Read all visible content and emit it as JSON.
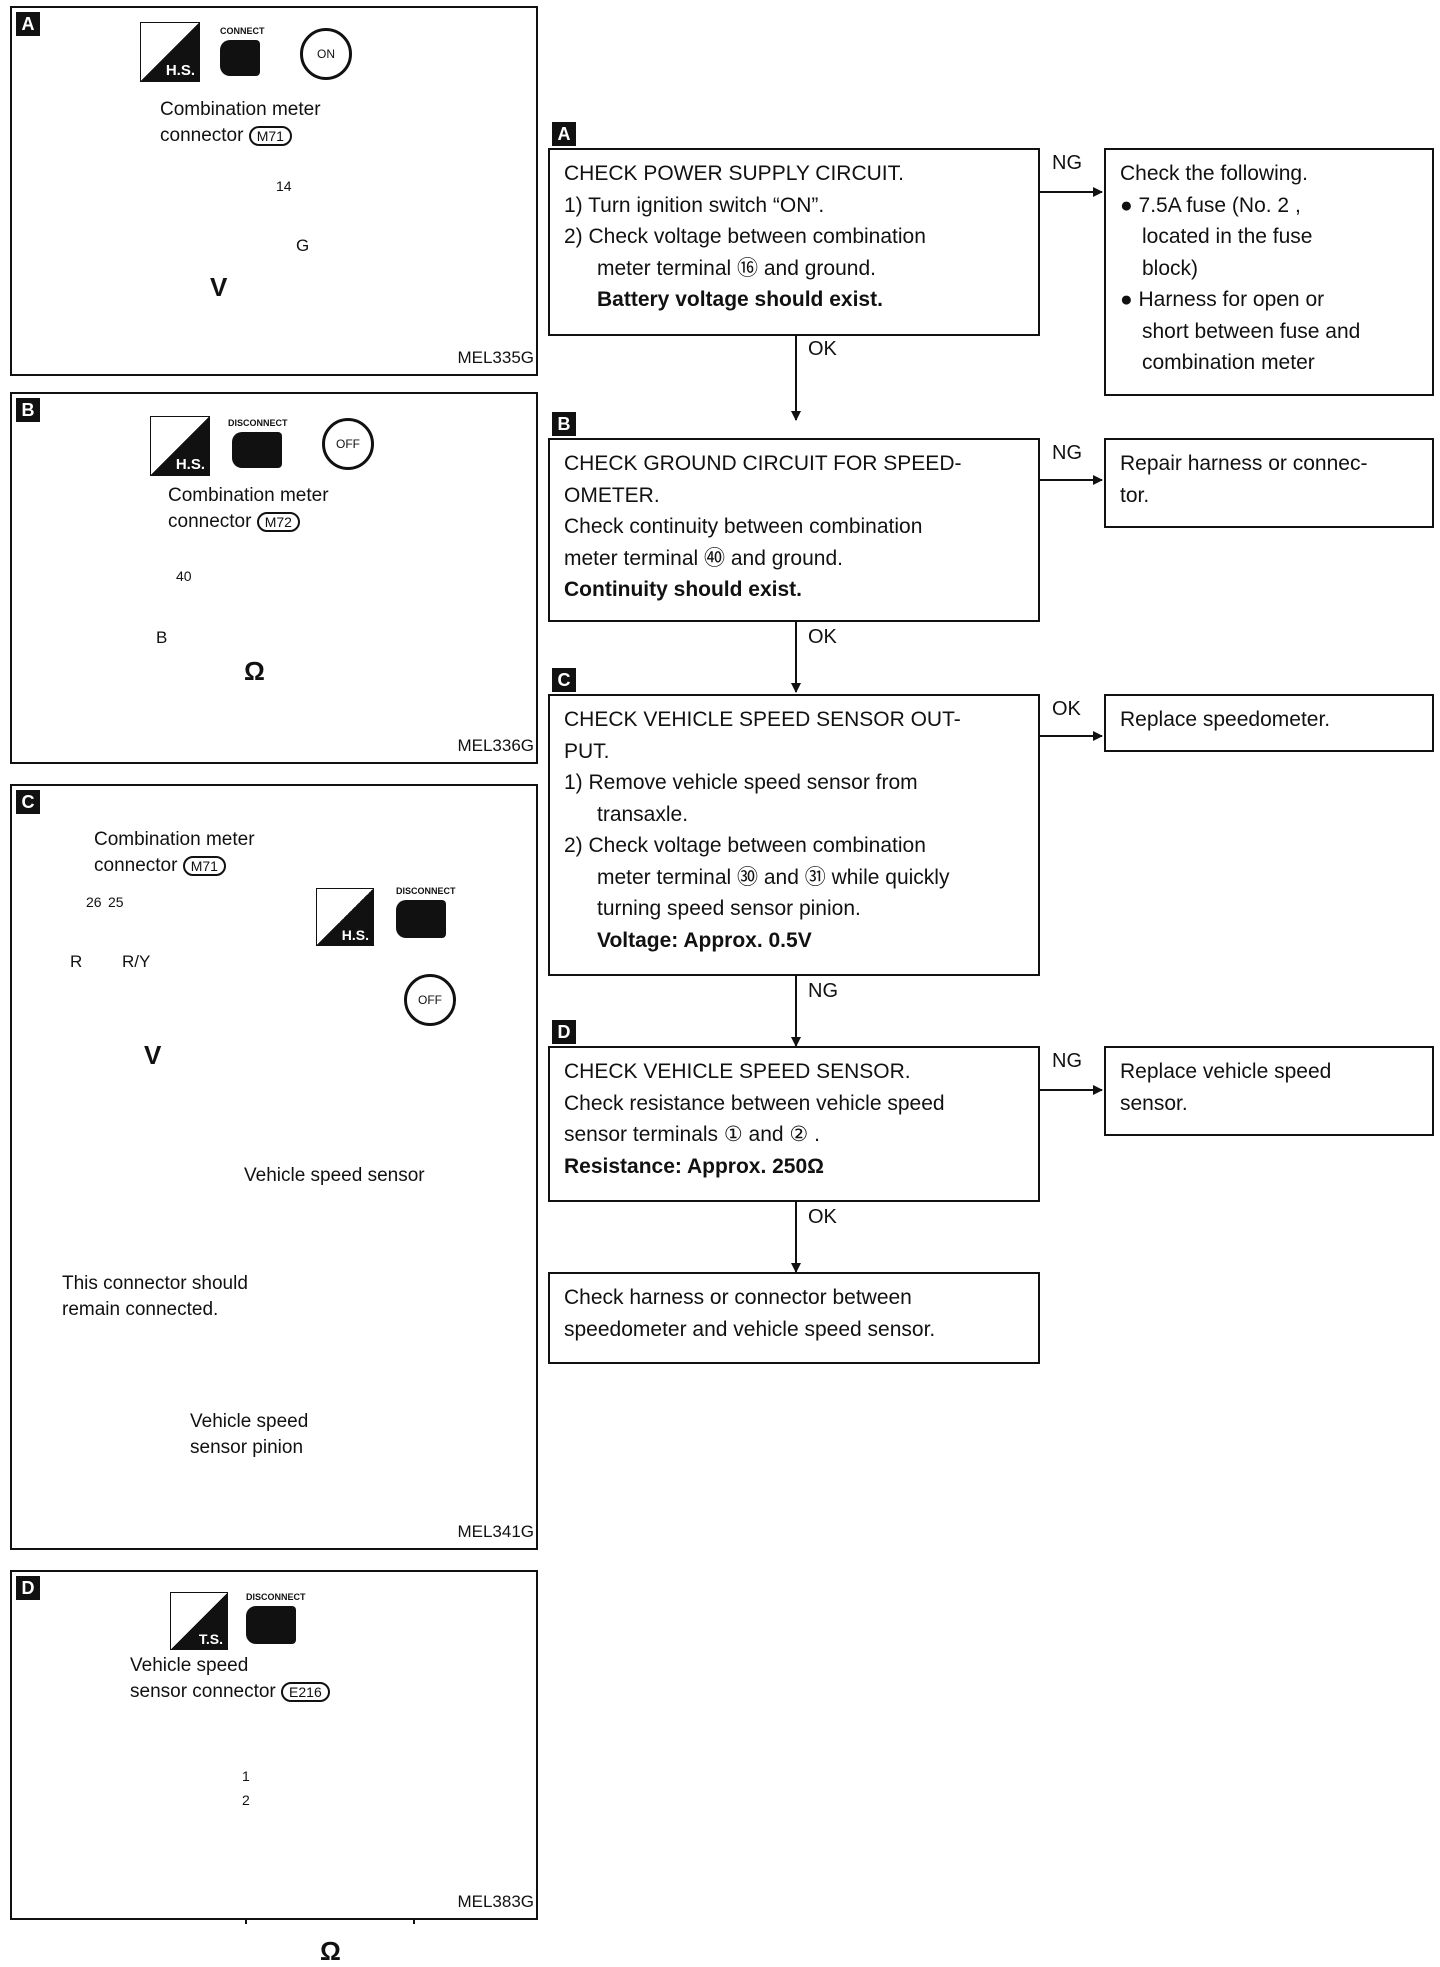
{
  "figures": [
    {
      "id": "A",
      "mode": "H.S.",
      "action": "CONNECT",
      "key": "ON",
      "connector_label_1": "Combination meter",
      "connector_label_2": "connector",
      "connector_id": "M71",
      "terminal": "14",
      "wire_color": "G",
      "meter": "V",
      "code": "MEL335G"
    },
    {
      "id": "B",
      "mode": "H.S.",
      "action": "DISCONNECT",
      "key": "OFF",
      "connector_label_1": "Combination meter",
      "connector_label_2": "connector",
      "connector_id": "M72",
      "terminal": "40",
      "wire_color": "B",
      "meter": "Ω",
      "code": "MEL336G"
    },
    {
      "id": "C",
      "mode": "H.S.",
      "action": "DISCONNECT",
      "key": "OFF",
      "connector_label_1": "Combination meter",
      "connector_label_2": "connector",
      "connector_id": "M71",
      "terminal_1": "26",
      "terminal_2": "25",
      "wire_color_1": "R",
      "wire_color_2": "R/Y",
      "meter": "V",
      "sensor_label": "Vehicle speed sensor",
      "connector_note_1": "This connector should",
      "connector_note_2": "remain connected.",
      "pinion_label_1": "Vehicle speed",
      "pinion_label_2": "sensor pinion",
      "code": "MEL341G"
    },
    {
      "id": "D",
      "mode": "T.S.",
      "action": "DISCONNECT",
      "connector_label_1": "Vehicle speed",
      "connector_label_2": "sensor connector",
      "connector_id": "E216",
      "terminal_1": "1",
      "terminal_2": "2",
      "meter": "Ω",
      "code": "MEL383G"
    }
  ],
  "flow": {
    "steps": [
      {
        "id": "A",
        "lines": [
          "CHECK POWER SUPPLY CIRCUIT.",
          "1)  Turn ignition switch “ON”.",
          "2)  Check voltage between combination",
          "meter terminal ⑯ and ground.",
          "Battery voltage should exist."
        ]
      },
      {
        "id": "B",
        "lines": [
          "CHECK GROUND CIRCUIT FOR SPEED-",
          "OMETER.",
          "Check continuity between combination",
          "meter terminal ㊵ and ground.",
          "Continuity should exist."
        ]
      },
      {
        "id": "C",
        "lines": [
          "CHECK VEHICLE SPEED SENSOR OUT-",
          "PUT.",
          "1)  Remove vehicle speed sensor from",
          "transaxle.",
          "2)  Check voltage between combination",
          "meter terminal ㉚ and ㉛ while quickly",
          "turning speed sensor pinion.",
          "Voltage: Approx. 0.5V"
        ]
      },
      {
        "id": "D",
        "lines": [
          "CHECK VEHICLE SPEED SENSOR.",
          "Check resistance between vehicle speed",
          "sensor terminals ①  and ② .",
          "Resistance: Approx. 250Ω"
        ]
      }
    ],
    "final": [
      "Check harness or connector between",
      "speedometer and vehicle speed sensor."
    ],
    "results": [
      {
        "lines": [
          "Check the following.",
          "● 7.5A fuse (No. 2 ,",
          "located in the fuse",
          "block)",
          "● Harness for open or",
          "short between fuse and",
          "combination meter"
        ]
      },
      {
        "lines": [
          "Repair harness or connec-",
          "tor."
        ]
      },
      {
        "lines": [
          "Replace speedometer."
        ]
      },
      {
        "lines": [
          "Replace vehicle speed",
          "sensor."
        ]
      }
    ],
    "conditions": {
      "a_side": "NG",
      "a_down": "OK",
      "b_side": "NG",
      "b_down": "OK",
      "c_side": "OK",
      "c_down": "NG",
      "d_side": "NG",
      "d_down": "OK"
    }
  }
}
